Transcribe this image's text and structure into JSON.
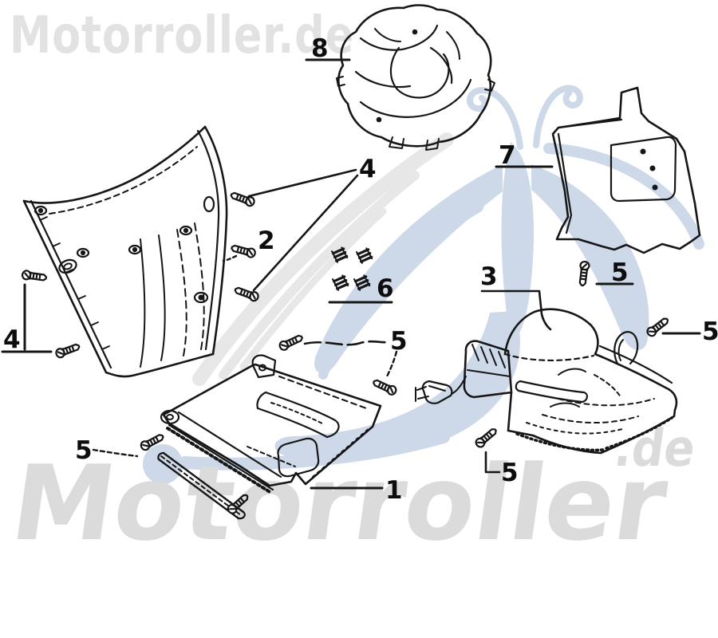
{
  "watermarks": {
    "top_text": "Motorroller.de",
    "bottom_text": "Motorroller",
    "bottom_domain_suffix": ".de"
  },
  "colors": {
    "line": "#161616",
    "label": "#0d0d0d",
    "watermark_gray_top": "#e2e2e2",
    "watermark_gray_bottom": "#dbdbdb",
    "logo_blue": "#cdd9e9",
    "logo_gray": "#e7e7e7",
    "background": "#ffffff"
  },
  "part_labels": {
    "part_1": "1",
    "part_2": "2",
    "part_3": "3",
    "part_4_left": "4",
    "part_4_center": "4",
    "part_5_mid": "5",
    "part_5_upper_right": "5",
    "part_5_right": "5",
    "part_5_lower": "5",
    "part_5_left": "5",
    "part_6": "6",
    "part_7": "7",
    "part_8": "8"
  }
}
